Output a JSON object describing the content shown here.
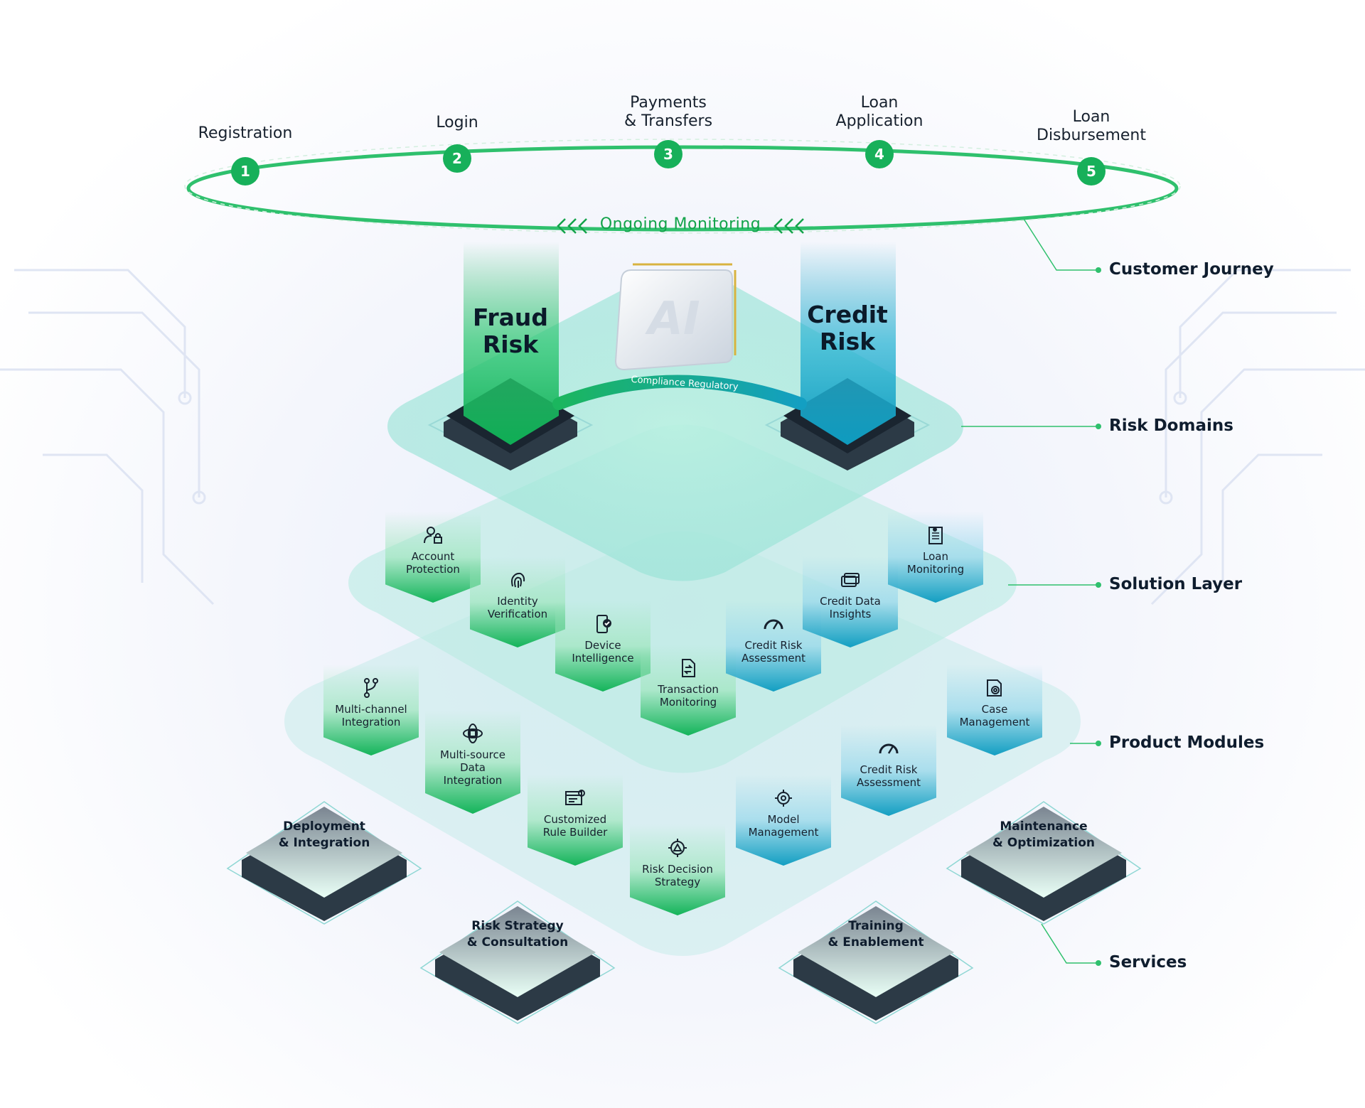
{
  "journey": {
    "steps": [
      {
        "number": "1",
        "label": "Registration"
      },
      {
        "number": "2",
        "label": "Login"
      },
      {
        "number": "3",
        "label": "Payments\n& Transfers"
      },
      {
        "number": "4",
        "label": "Loan\nApplication"
      },
      {
        "number": "5",
        "label": "Loan\nDisbursement"
      }
    ],
    "monitoring": "Ongoing Monitoring"
  },
  "risk_domains": {
    "fraud": "Fraud\nRisk",
    "credit": "Credit\nRisk",
    "chip_label": "AI",
    "arc_label": "Compliance Regulatory"
  },
  "solutions": [
    {
      "label": "Account\nProtection",
      "icon": "user-lock-icon"
    },
    {
      "label": "Identity\nVerification",
      "icon": "fingerprint-icon"
    },
    {
      "label": "Device\nIntelligence",
      "icon": "phone-check-icon"
    },
    {
      "label": "Transaction\nMonitoring",
      "icon": "document-exchange-icon"
    },
    {
      "label": "Credit Risk\nAssessment",
      "icon": "gauge-icon"
    },
    {
      "label": "Credit Data\nInsights",
      "icon": "cards-icon"
    },
    {
      "label": "Loan\nMonitoring",
      "icon": "clipboard-dollar-icon"
    }
  ],
  "modules": [
    {
      "label": "Multi-channel\nIntegration",
      "icon": "branch-icon"
    },
    {
      "label": "Multi-source\nData\nIntegration",
      "icon": "database-orbit-icon"
    },
    {
      "label": "Customized\nRule Builder",
      "icon": "window-gear-icon"
    },
    {
      "label": "Risk Decision\nStrategy",
      "icon": "gear-warning-icon"
    },
    {
      "label": "Model\nManagement",
      "icon": "model-gear-icon"
    },
    {
      "label": "Credit Risk\nAssessment",
      "icon": "gauge-icon"
    },
    {
      "label": "Case\nManagement",
      "icon": "case-gear-icon"
    }
  ],
  "services": [
    "Deployment\n& Integration",
    "Risk Strategy\n& Consultation",
    "Training\n& Enablement",
    "Maintenance\n& Optimization"
  ],
  "legend": {
    "customer_journey": "Customer Journey",
    "risk_domains": "Risk Domains",
    "solution_layer": "Solution Layer",
    "product_modules": "Product Modules",
    "services": "Services"
  },
  "colors": {
    "green": "#14b45a",
    "teal": "#139fc2",
    "dark": "#0f1d2e"
  }
}
